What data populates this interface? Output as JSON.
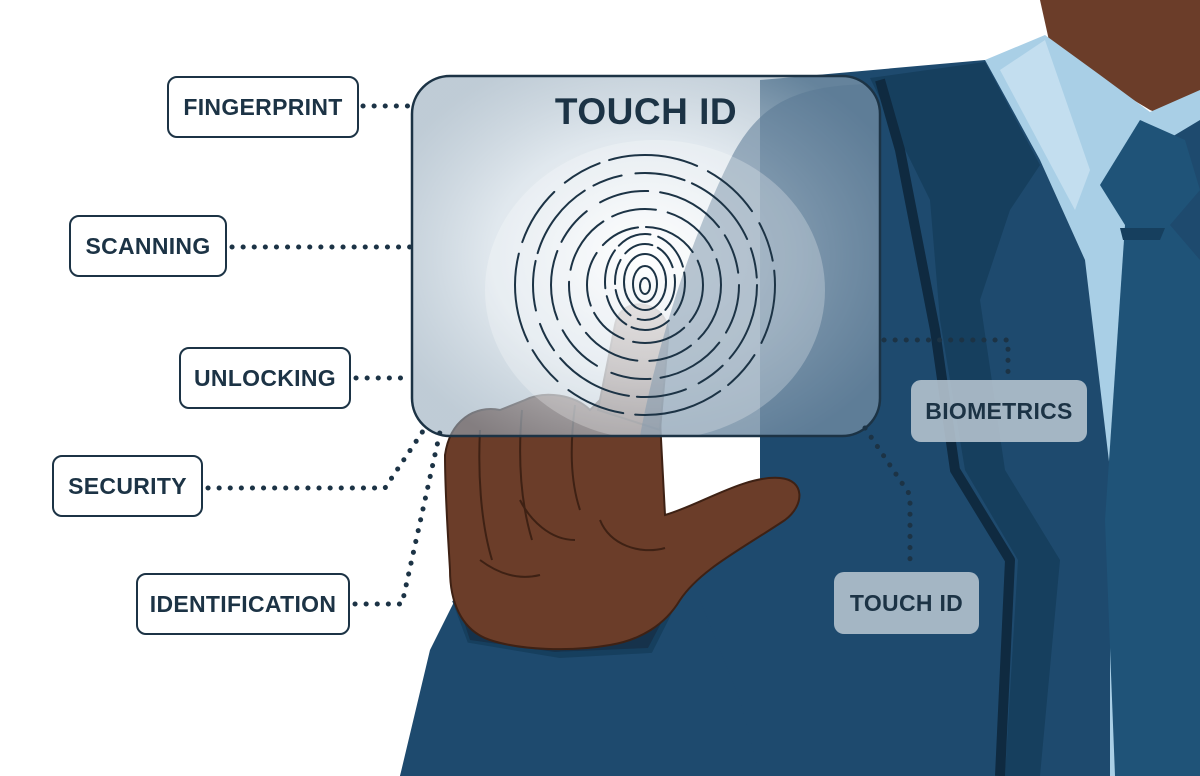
{
  "panel": {
    "title": "TOUCH ID"
  },
  "labels": {
    "fingerprint": "FINGERPRINT",
    "scanning": "SCANNING",
    "unlocking": "UNLOCKING",
    "security": "SECURITY",
    "identification": "IDENTIFICATION",
    "biometrics": "BIOMETRICS",
    "touch_id": "TOUCH ID"
  },
  "colors": {
    "text_and_lines": "#1c3345",
    "suit": "#1e4a6e",
    "suit_dark": "#16324b",
    "shirt": "#a9cfe6",
    "tie": "#1f5378",
    "skin": "#6b3d29",
    "background": "#ffffff"
  }
}
